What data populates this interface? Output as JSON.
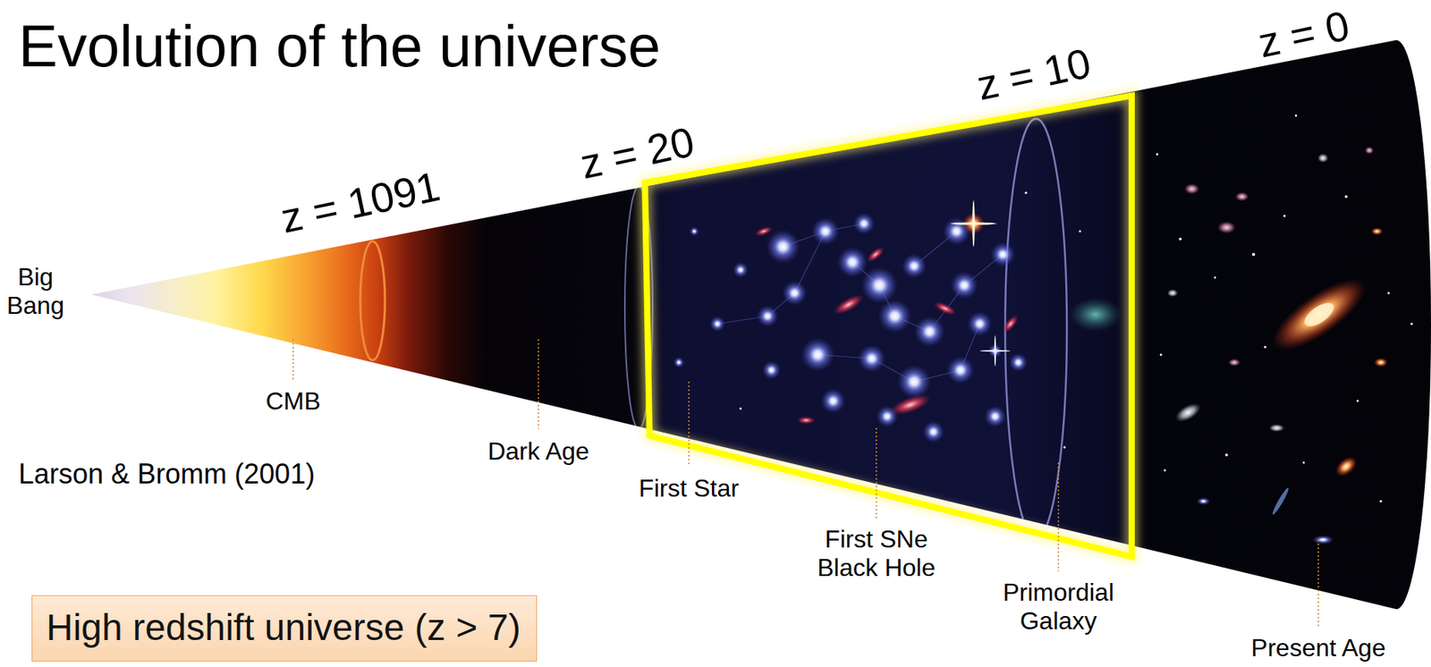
{
  "diagram": {
    "title": "Evolution of the universe",
    "nodes": [
      {
        "text": [
          "High redshift universe (z > 7)"
        ]
      }
    ],
    "labels": [
      "z = 1091",
      "z = 20",
      "z = 10",
      "z = 0",
      "Big Bang",
      "CMB",
      "Dark Age",
      "First Star",
      "First SNe Black Hole",
      "Primordial Galaxy",
      "Present Age",
      "Larson & Bromm (2001)"
    ]
  }
}
